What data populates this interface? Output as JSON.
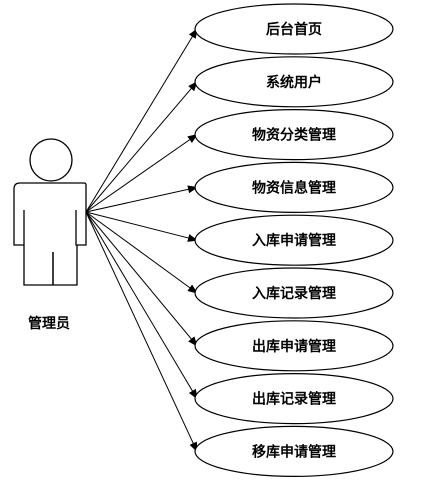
{
  "actor": {
    "label": "管理员"
  },
  "use_cases": [
    {
      "label": "后台首页"
    },
    {
      "label": "系统用户"
    },
    {
      "label": "物资分类管理"
    },
    {
      "label": "物资信息管理"
    },
    {
      "label": "入库申请管理"
    },
    {
      "label": "入库记录管理"
    },
    {
      "label": "出库申请管理"
    },
    {
      "label": "出库记录管理"
    },
    {
      "label": "移库申请管理"
    }
  ]
}
